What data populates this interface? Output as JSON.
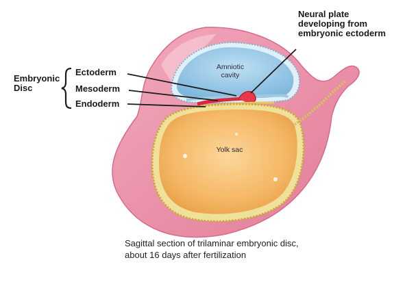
{
  "labels": {
    "embryonic_disc": [
      "Embryonic",
      "Disc"
    ],
    "ectoderm": "Ectoderm",
    "mesoderm": "Mesoderm",
    "endoderm": "Endoderm",
    "neural_plate": [
      "Neural plate",
      "developing from",
      "embryonic ectoderm"
    ],
    "amniotic_cavity": [
      "Amniotic",
      "cavity"
    ],
    "yolk_sac": "Yolk sac"
  },
  "caption": [
    "Sagittal section of trilaminar embryonic disc,",
    "about 16 days after fertilization"
  ],
  "colors": {
    "outer_tissue": "#e98aa4",
    "outer_tissue_light": "#f6bfcd",
    "amnion": "#8cc4e6",
    "yolk": "#f5b765",
    "yolk_wall": "#d9c25a",
    "disc_red": "#d8283c"
  }
}
